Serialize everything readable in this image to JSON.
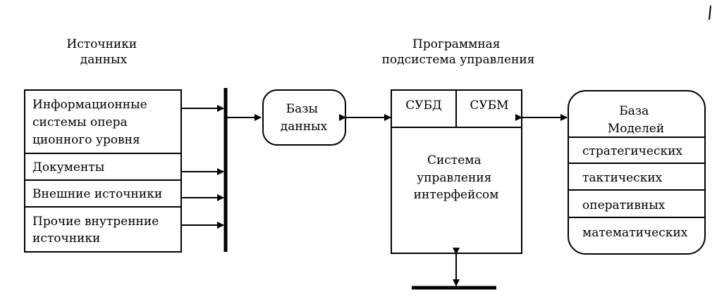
{
  "header": {
    "sources_title": [
      "Источники",
      "данных"
    ],
    "program_title": [
      "Программная",
      "подсистема управления"
    ]
  },
  "sources": {
    "items": [
      [
        "Информационные",
        "системы опера",
        "ционного уровня"
      ],
      [
        "Документы"
      ],
      [
        "Внешние источники"
      ],
      [
        "Прочие внутренние",
        "источники"
      ]
    ]
  },
  "databases": {
    "label": [
      "Базы",
      "данных"
    ]
  },
  "control": {
    "dbms_label": "СУБД",
    "mbms_label": "СУБМ",
    "interface_label": [
      "Система",
      "управления",
      "интерфейсом"
    ]
  },
  "model_base": {
    "title": [
      "База",
      "Моделей"
    ],
    "items": [
      "стратегических",
      "тактических",
      "оперативных",
      "математических"
    ]
  }
}
